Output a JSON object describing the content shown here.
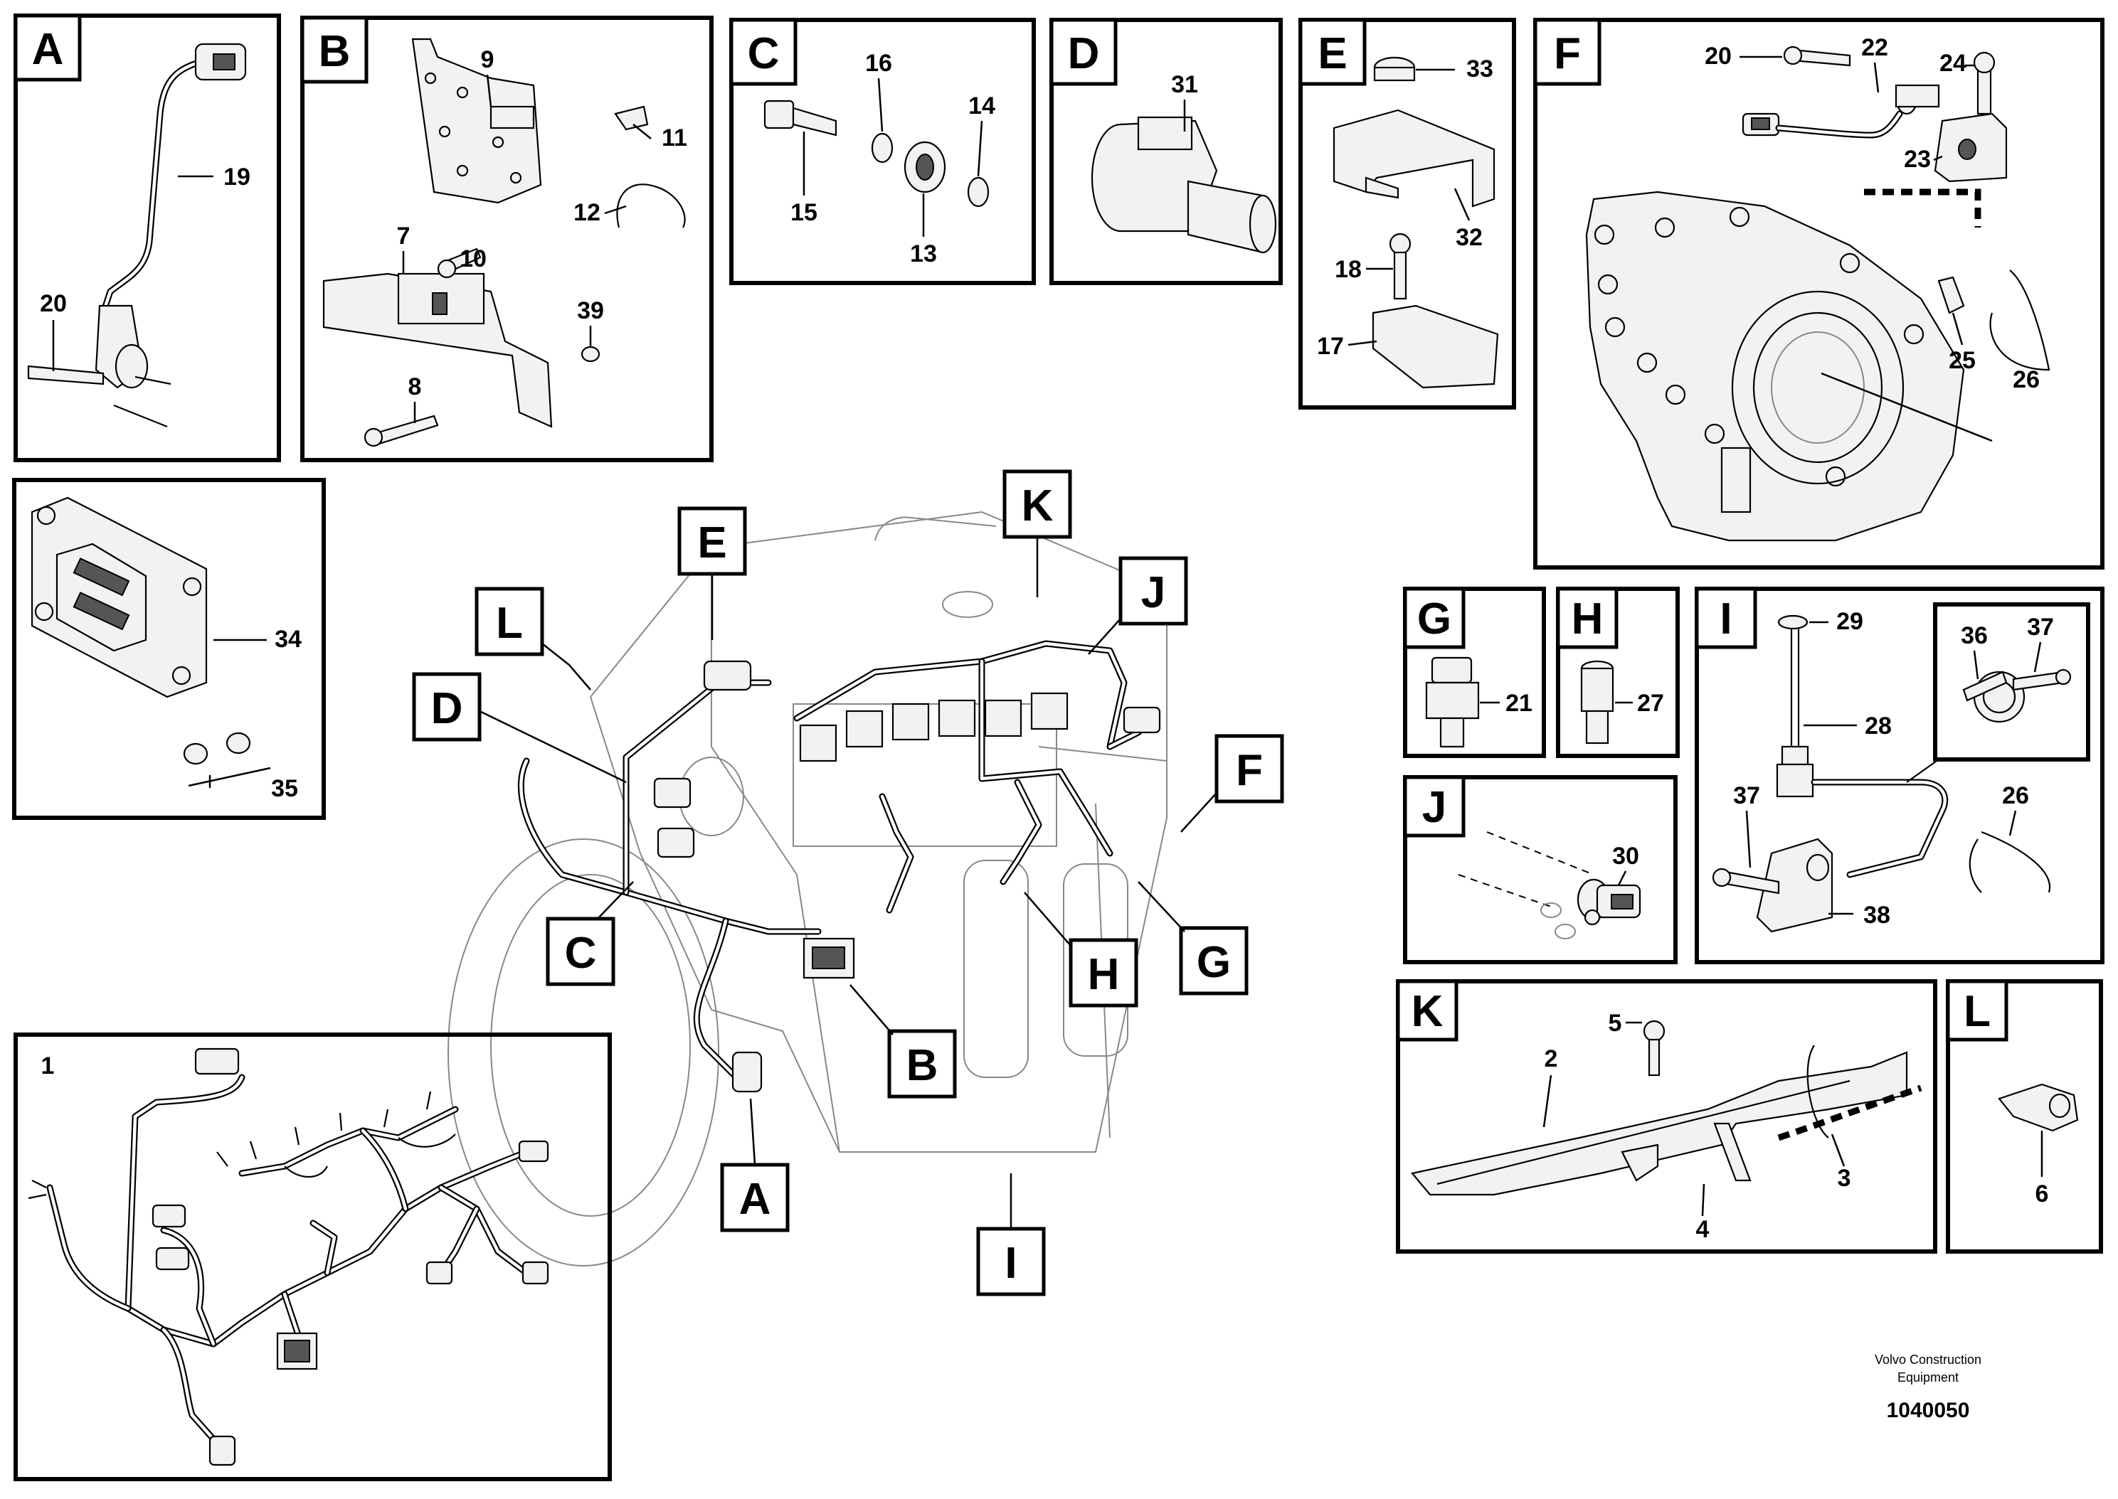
{
  "panels": {
    "A": "A",
    "B": "B",
    "C": "C",
    "D": "D",
    "E": "E",
    "F": "F",
    "G": "G",
    "H": "H",
    "I": "I",
    "J": "J",
    "K": "K",
    "L": "L"
  },
  "callouts": {
    "main": {
      "L": "L",
      "E": "E",
      "K": "K",
      "J": "J",
      "D": "D",
      "F": "F",
      "C": "C",
      "H": "H",
      "G": "G",
      "B": "B",
      "A": "A",
      "I": "I"
    }
  },
  "parts": {
    "p1": "1",
    "p2": "2",
    "p3": "3",
    "p4": "4",
    "p5": "5",
    "p6": "6",
    "p7": "7",
    "p8": "8",
    "p9": "9",
    "p10": "10",
    "p11": "11",
    "p12": "12",
    "p13": "13",
    "p14": "14",
    "p15": "15",
    "p16": "16",
    "p17": "17",
    "p18": "18",
    "p19": "19",
    "p20a": "20",
    "p20f": "20",
    "p21": "21",
    "p22": "22",
    "p23": "23",
    "p24": "24",
    "p25": "25",
    "p26f": "26",
    "p26i": "26",
    "p27": "27",
    "p28": "28",
    "p29": "29",
    "p30": "30",
    "p31": "31",
    "p32": "32",
    "p33": "33",
    "p34": "34",
    "p35": "35",
    "p36": "36",
    "p37a": "37",
    "p37b": "37",
    "p38": "38",
    "p39": "39"
  },
  "footer": {
    "company_line1": "Volvo Construction",
    "company_line2": "Equipment",
    "doc_number": "1040050"
  }
}
